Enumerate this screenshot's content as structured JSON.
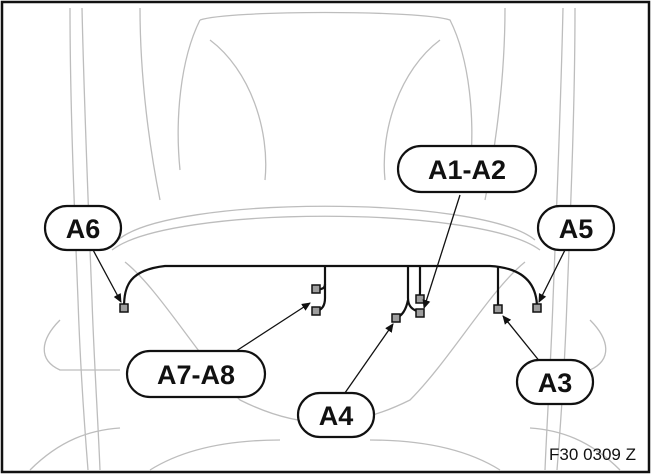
{
  "figure_code": "F30 0309 Z",
  "callouts": {
    "a1_a2": "A1-A2",
    "a3": "A3",
    "a4": "A4",
    "a5": "A5",
    "a6": "A6",
    "a7_a8": "A7-A8"
  },
  "colors": {
    "outline": "#111111",
    "vehicle_lines": "#bdbdbd",
    "connector_fill": "#9e9e9e"
  }
}
